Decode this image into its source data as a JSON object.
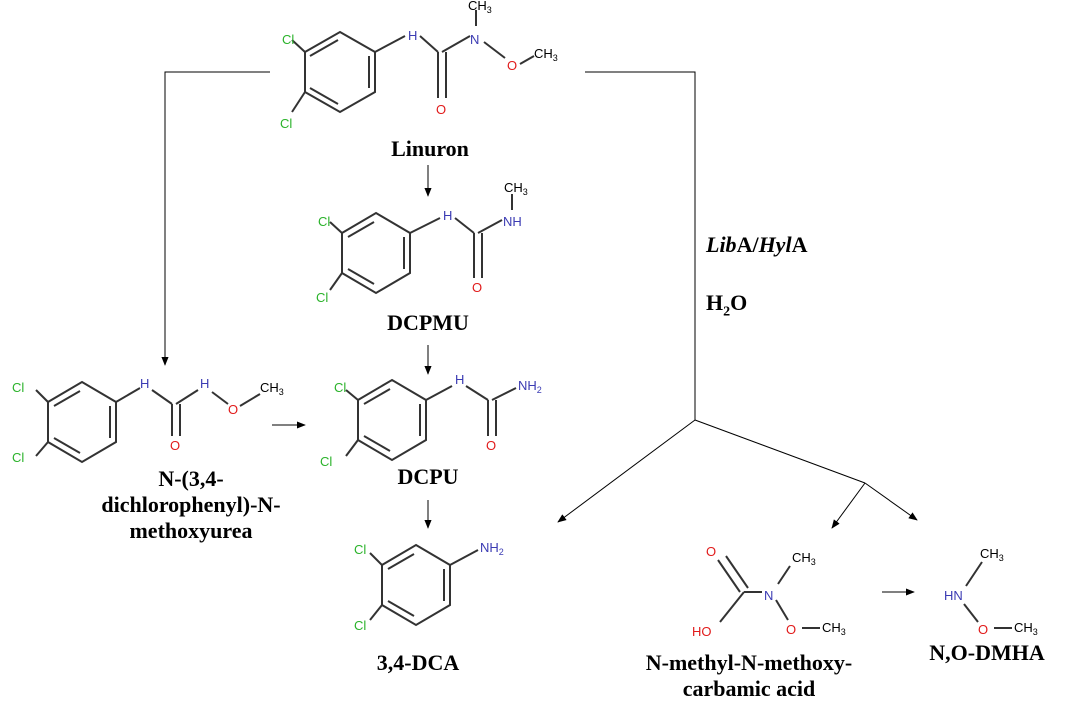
{
  "compounds": {
    "linuron": "Linuron",
    "dcpmu": "DCPMU",
    "dcpu": "DCPU",
    "methoxyurea_line1": "N-(3,4-",
    "methoxyurea_line2": "dichlorophenyl)-N-",
    "methoxyurea_line3": "methoxyurea",
    "dca": "3,4-DCA",
    "carbamic_line1": "N-methyl-N-methoxy-",
    "carbamic_line2": "carbamic acid",
    "dmha": "N,O-DMHA"
  },
  "enzyme": {
    "lib": "Lib",
    "a1": "A/",
    "hyl": "Hyl",
    "a2": "A",
    "water_h": "H",
    "water_sub": "2",
    "water_o": "O"
  },
  "atoms": {
    "cl": "Cl",
    "h": "H",
    "n": "N",
    "o": "O",
    "nh": "NH",
    "nh2": "NH",
    "sub2": "2",
    "ch3": "CH",
    "sub3": "3",
    "hn": "HN",
    "ho": "HO"
  },
  "colors": {
    "chlorine": "#2bb32b",
    "nitrogen": "#3b3bb3",
    "oxygen": "#e11b1b",
    "bond": "#333333"
  }
}
